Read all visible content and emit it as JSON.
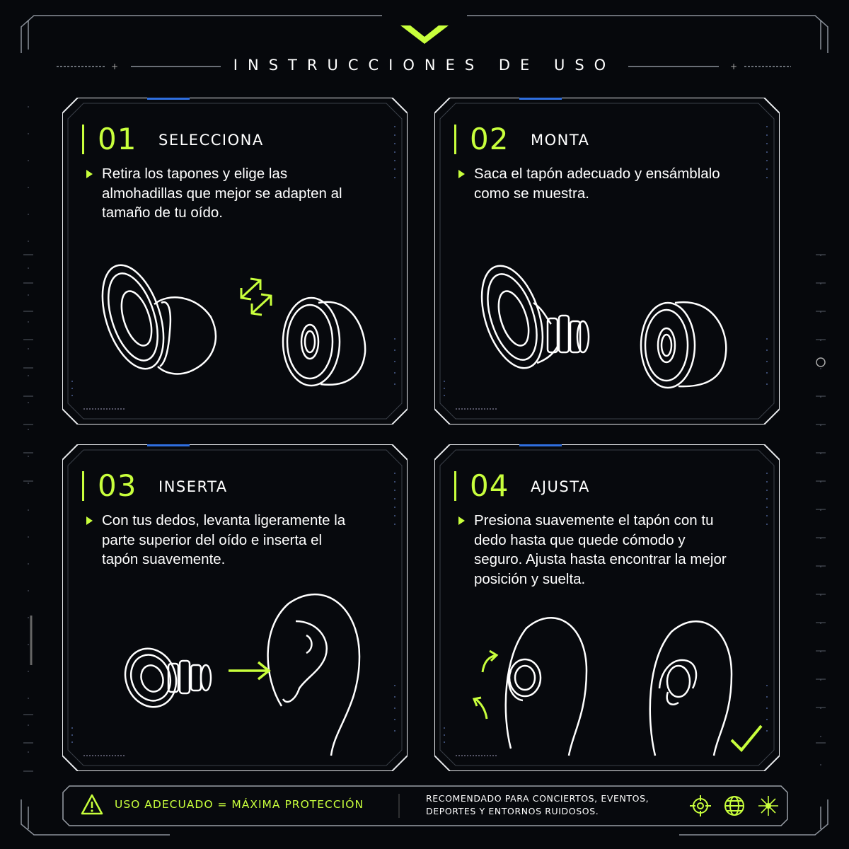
{
  "header": {
    "title": "INSTRUCCIONES DE USO"
  },
  "steps": [
    {
      "number": "01",
      "title": "SELECCIONA",
      "text": "Retira los tapones y elige las almohadillas que mejor se adapten al tamaño de tu oído."
    },
    {
      "number": "02",
      "title": "MONTA",
      "text": "Saca el tapón adecuado y ensámblalo como se muestra."
    },
    {
      "number": "03",
      "title": "INSERTA",
      "text": "Con tus dedos, levanta ligeramente la parte superior del oído e inserta el tapón suavemente."
    },
    {
      "number": "04",
      "title": "AJUSTA",
      "text": "Presiona suavemente el tapón con tu dedo hasta que quede cómodo y seguro. Ajusta hasta encontrar la mejor posición y suelta."
    }
  ],
  "footer": {
    "warning": "USO ADECUADO = MÁXIMA PROTECCIÓN",
    "recommendation": "RECOMENDADO PARA CONCIERTOS, EVENTOS, DEPORTES Y ENTORNOS RUIDOSOS.",
    "icons": [
      "target-icon",
      "globe-icon",
      "sparkle-icon"
    ]
  },
  "colors": {
    "accent": "#c8ff3c",
    "blue": "#2f6fe0",
    "background": "#06080c"
  }
}
